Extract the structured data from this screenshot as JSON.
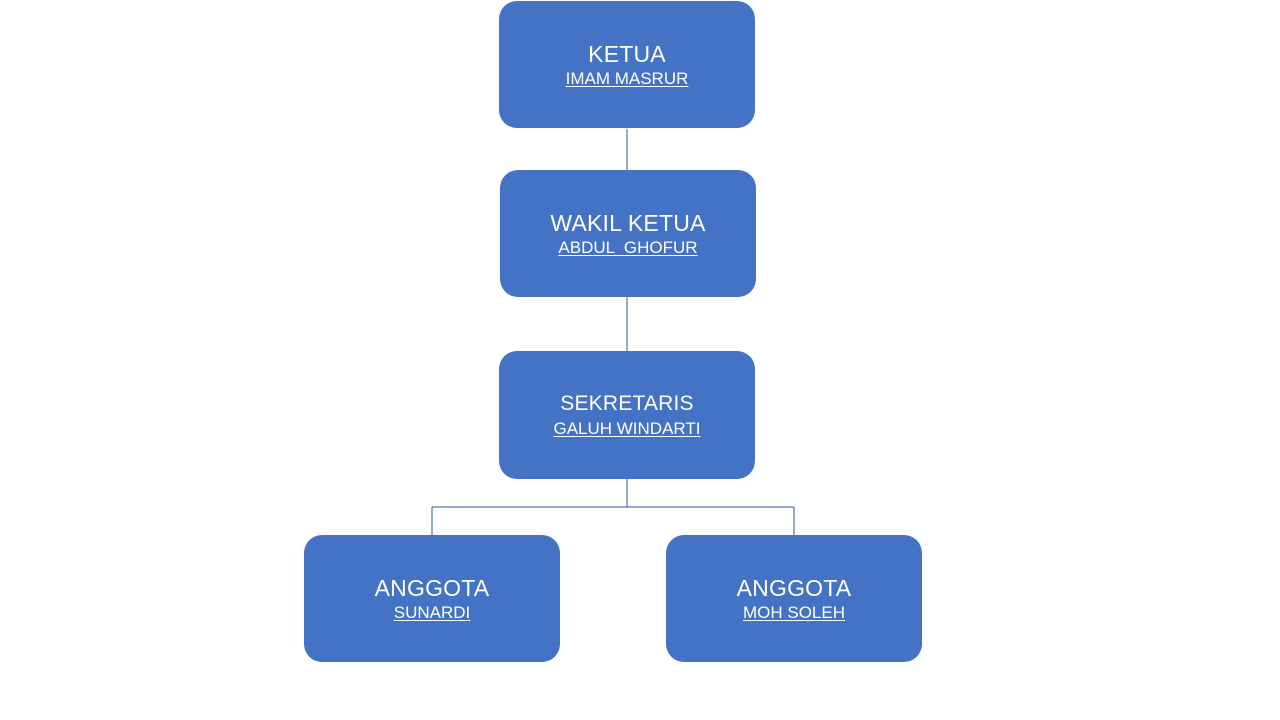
{
  "colors": {
    "node_fill": "#4472C4",
    "text": "#FFFFFF",
    "connector": "#2F5597"
  },
  "nodes": {
    "ketua": {
      "role": "KETUA",
      "name": "IMAM MASRUR"
    },
    "wakil_ketua": {
      "role": "WAKIL KETUA",
      "name": "ABDUL  GHOFUR"
    },
    "sekretaris": {
      "role": "SEKRETARIS",
      "name": "GALUH WINDARTI"
    },
    "anggota_1": {
      "role": "ANGGOTA",
      "name": "SUNARDI"
    },
    "anggota_2": {
      "role": "ANGGOTA",
      "name": "MOH SOLEH"
    }
  }
}
